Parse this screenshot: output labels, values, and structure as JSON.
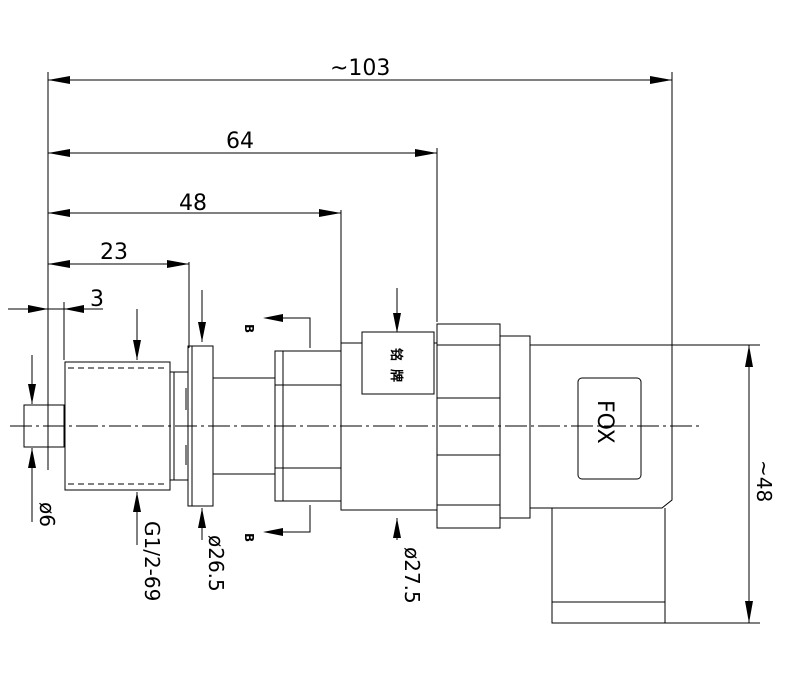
{
  "dimensions": {
    "overall_length": "~103",
    "length_64": "64",
    "length_48": "48",
    "length_23": "23",
    "length_3": "3",
    "height": "~48",
    "dia_6": "ø6",
    "thread": "G1/2-69",
    "dia_26_5": "ø26.5",
    "dia_27_5": "ø27.5"
  },
  "section_marks": {
    "top": "B",
    "bottom": "B"
  },
  "nameplate": {
    "char1": "铭",
    "char2": "牌"
  },
  "connector_label": "FOX"
}
